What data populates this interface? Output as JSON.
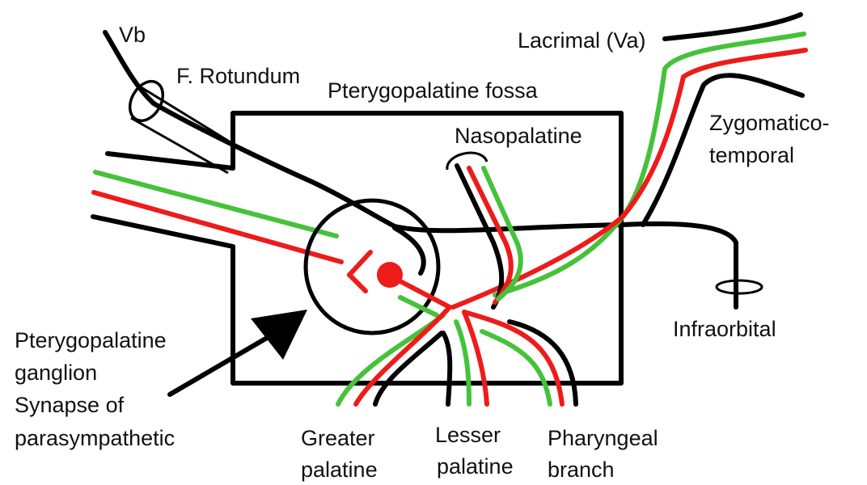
{
  "labels": {
    "vb": "Vb",
    "f_rotundum": "F. Rotundum",
    "fossa": "Pterygopalatine fossa",
    "lacrimal": "Lacrimal (Va)",
    "zygomatico_1": "Zygomatico-",
    "zygomatico_2": "temporal",
    "nasopalatine": "Nasopalatine",
    "infraorbital": "Infraorbital",
    "ganglion_1": "Pterygopalatine",
    "ganglion_2": "ganglion",
    "ganglion_3": "Synapse of",
    "ganglion_4": "parasympathetic",
    "greater_1": "Greater",
    "greater_2": "palatine",
    "lesser_1": "Lesser",
    "lesser_2": "palatine",
    "pharyngeal_1": "Pharyngeal",
    "pharyngeal_2": "branch"
  },
  "colors": {
    "nerve": "#000000",
    "sympathetic": "#46c23a",
    "parasympathetic": "#ee1b1b"
  }
}
